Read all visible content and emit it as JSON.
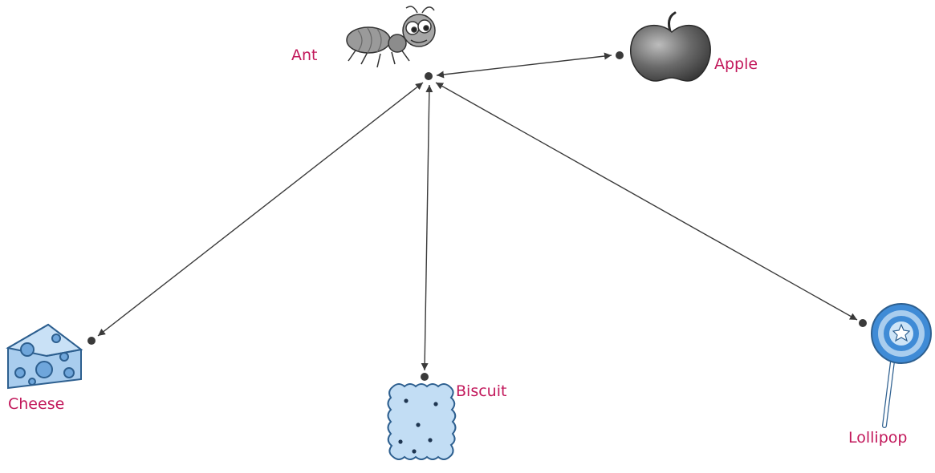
{
  "labels": {
    "ant": "Ant",
    "apple": "Apple",
    "cheese": "Cheese",
    "biscuit": "Biscuit",
    "lollipop": "Lollipop"
  },
  "colors": {
    "label": "#c2185b",
    "line": "#3a3a3a",
    "dot": "#3a3a3a",
    "blue_fill": "#a9cdee",
    "blue_dark": "#3f8bd6",
    "apple_fill": "#555555",
    "ant_fill": "#8a8a8a"
  },
  "icons": {
    "ant": "ant-icon",
    "apple": "apple-icon",
    "cheese": "cheese-icon",
    "biscuit": "biscuit-icon",
    "lollipop": "lollipop-icon"
  }
}
